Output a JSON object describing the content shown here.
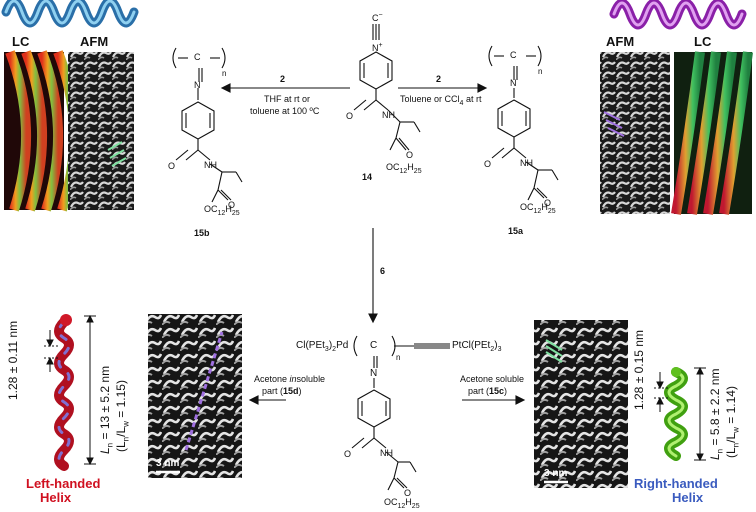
{
  "colors": {
    "left_helix": "#c8162a",
    "right_helix": "#66cc22",
    "left_label": "#d01020",
    "right_label": "#3a5bbf",
    "top_left_coil": "#3a8fc8",
    "top_right_coil": "#b23ad0",
    "afm_overlay_green": "#7fe0a0",
    "afm_overlay_purple": "#a070e0"
  },
  "top_left": {
    "lc_label": "LC",
    "afm_label": "AFM"
  },
  "top_right": {
    "afm_label": "AFM",
    "lc_label": "LC"
  },
  "monomer": {
    "isocyanide_top": "C",
    "charge_minus": "−",
    "n_label": "N",
    "charge_plus": "+",
    "compound": "14"
  },
  "polymer_15b": {
    "c": "C",
    "n": "N",
    "sub_n": "n",
    "compound": "15b",
    "nh": "NH",
    "o1": "O",
    "o2": "O",
    "ester_o": "O",
    "ester_chain": "C",
    "ester_sub": "12",
    "ester_h": "H",
    "ester_sub2": "25"
  },
  "polymer_15a": {
    "c": "C",
    "n": "N",
    "sub_n": "n",
    "compound": "15a",
    "nh": "NH",
    "o1": "O",
    "o2": "O",
    "ester_o": "O",
    "ester_chain": "C",
    "ester_sub": "12",
    "ester_h": "H",
    "ester_sub2": "25"
  },
  "monomer_sidechain": {
    "nh": "NH",
    "o1": "O",
    "o2": "O",
    "ester": "OC",
    "sub1": "12",
    "h": "H",
    "sub2": "25"
  },
  "arrows": {
    "left_catalyst": "2",
    "left_cond_line1": "THF at rt or",
    "left_cond_line2": "toluene at 100 ºC",
    "right_catalyst": "2",
    "right_cond_pre": "Toluene or CCl",
    "right_cond_sub": "4",
    "right_cond_post": " at rt",
    "down_catalyst": "6",
    "bl_line1_pre": "Acetone ",
    "bl_line1_ital": "in",
    "bl_line1_post": "soluble",
    "bl_line2_pre": "part (",
    "bl_line2_bold": "15d",
    "bl_line2_post": ")",
    "br_line1": "Acetone soluble",
    "br_line2_pre": "part (",
    "br_line2_bold": "15c",
    "br_line2_post": ")"
  },
  "block_polymer": {
    "left_group": "Cl(PEt",
    "left_sub1": "3",
    "left_mid": ")",
    "left_sub2": "2",
    "left_pd": "Pd",
    "c": "C",
    "n": "N",
    "sub_n": "n",
    "right_group": "PtCl(PEt",
    "right_sub1": "2",
    "right_mid": ")",
    "right_sub2": "3",
    "nh": "NH",
    "o1": "O",
    "o2": "O",
    "ester": "OC",
    "sub1": "12",
    "h": "H",
    "sub2": "25"
  },
  "left_helix": {
    "pitch": "1.28 ± 0.11 nm",
    "ln_pre": "L",
    "ln_sub": "n",
    "ln_post": " = 13 ± 5.2 nm",
    "ratio_pre": "(L",
    "ratio_sub1": "n",
    "ratio_mid": "/L",
    "ratio_sub2": "w",
    "ratio_post": " = 1.15)",
    "label1": "Left-handed",
    "label2": "Helix",
    "scale": "3 nm"
  },
  "right_helix": {
    "pitch": "1.28 ± 0.15 nm",
    "ln_pre": "L",
    "ln_sub": "n",
    "ln_post": " = 5.8 ± 2.2 nm",
    "ratio_pre": "(L",
    "ratio_sub1": "n",
    "ratio_mid": "/L",
    "ratio_sub2": "w",
    "ratio_post": " = 1.14)",
    "label1": "Right-handed",
    "label2": "Helix",
    "scale": "3 nm"
  }
}
